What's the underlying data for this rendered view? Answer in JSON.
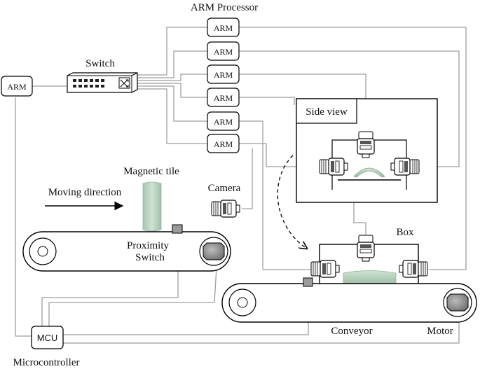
{
  "labels": {
    "arm_processor": "ARM Processor",
    "switch": "Switch",
    "arm_left": "ARM",
    "side_view": "Side view",
    "magnetic_tile": "Magnetic tile",
    "moving_direction": "Moving direction",
    "camera": "Camera",
    "box": "Box",
    "proximity_line1": "Proximity",
    "proximity_line2": "Switch",
    "mcu": "MCU",
    "conveyor": "Conveyor",
    "motor": "Motor",
    "microcontroller": "Microcontroller"
  },
  "arm_units": [
    "ARM",
    "ARM",
    "ARM",
    "ARM",
    "ARM",
    "ARM"
  ],
  "colors": {
    "wire": "#9e9e9e",
    "stroke": "#000000",
    "tile": "#b9d3bf",
    "motor_fill": "#8a8a8a",
    "sensor_fill": "#9a9a9a"
  }
}
